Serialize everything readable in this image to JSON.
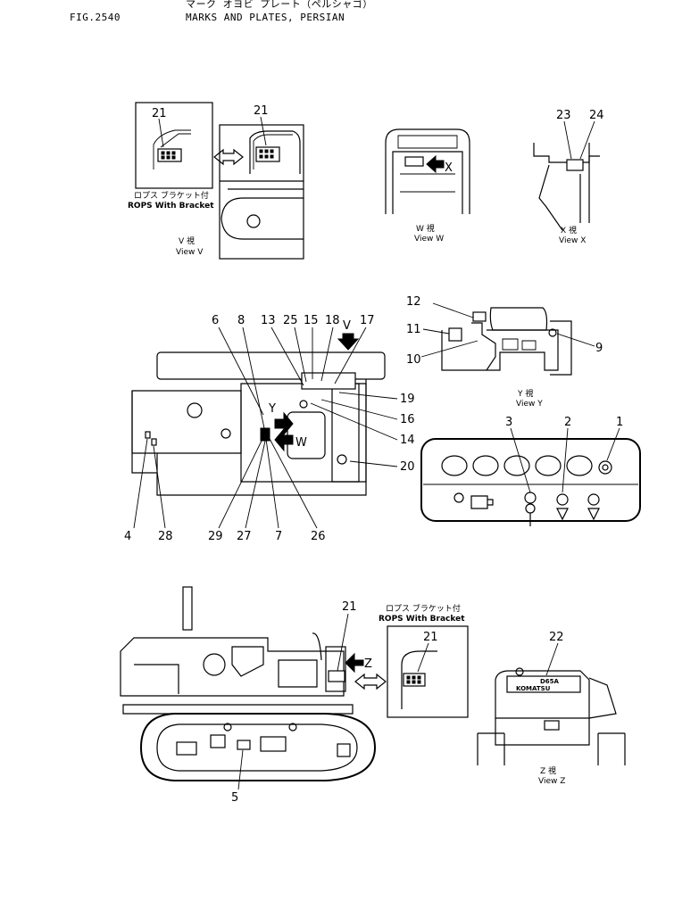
{
  "header": {
    "fig": "FIG.2540",
    "title_jp": "マーク オヨビ プレート（ペルシャゴ）",
    "title_en": "MARKS AND PLATES, PERSIAN"
  },
  "views": {
    "v": {
      "jp": "V 視",
      "en": "View V"
    },
    "w": {
      "jp": "W 視",
      "en": "View W"
    },
    "x": {
      "jp": "X 視",
      "en": "View X"
    },
    "y": {
      "jp": "Y 視",
      "en": "View Y"
    },
    "z": {
      "jp": "Z 視",
      "en": "View Z"
    }
  },
  "rops": {
    "jp": "ロプス ブラケット付",
    "en": "ROPS With Bracket"
  },
  "arrows": {
    "v": "V",
    "w": "W",
    "x": "X",
    "y": "Y",
    "z": "Z"
  },
  "plate_text": {
    "line1": "D65A",
    "line2": "KOMATSU"
  },
  "callouts": {
    "n1": "1",
    "n2": "2",
    "n3": "3",
    "n4": "4",
    "n5": "5",
    "n6": "6",
    "n7": "7",
    "n8": "8",
    "n9": "9",
    "n10": "10",
    "n11": "11",
    "n12": "12",
    "n13": "13",
    "n14": "14",
    "n15": "15",
    "n16": "16",
    "n17": "17",
    "n18": "18",
    "n19": "19",
    "n20": "20",
    "n21": "21",
    "n22": "22",
    "n23": "23",
    "n24": "24",
    "n25": "25",
    "n26": "26",
    "n27": "27",
    "n28": "28",
    "n29": "29"
  }
}
